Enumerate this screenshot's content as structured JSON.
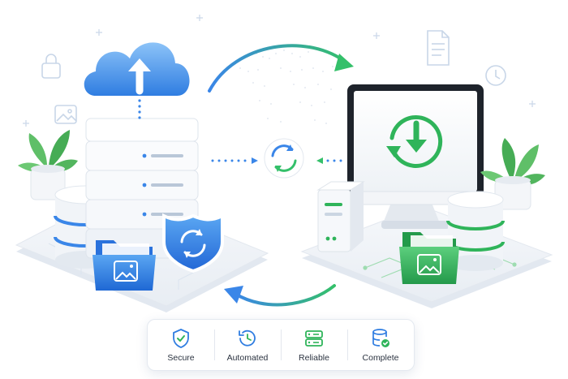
{
  "colors": {
    "primary_blue": "#2f7de1",
    "light_blue": "#7cb8f5",
    "primary_green": "#2fb45a",
    "light_green": "#8fdca0",
    "platform": "#f3f6fa",
    "server_white": "#f7f9fc"
  },
  "icons": {
    "left": [
      "cloud-upload-icon",
      "server-rack-icon",
      "database-icon",
      "image-folder-icon",
      "sync-shield-icon",
      "plant-icon"
    ],
    "center": [
      "sync-icon"
    ],
    "right": [
      "monitor-download-icon",
      "server-tower-icon",
      "database-icon",
      "image-folder-icon",
      "plant-icon"
    ],
    "background": [
      "lock-icon",
      "image-icon",
      "document-icon",
      "clock-icon"
    ]
  },
  "features": [
    {
      "label": "Secure",
      "icon": "shield-check-icon"
    },
    {
      "label": "Automated",
      "icon": "clock-refresh-icon"
    },
    {
      "label": "Reliable",
      "icon": "server-icon"
    },
    {
      "label": "Complete",
      "icon": "database-check-icon"
    }
  ]
}
